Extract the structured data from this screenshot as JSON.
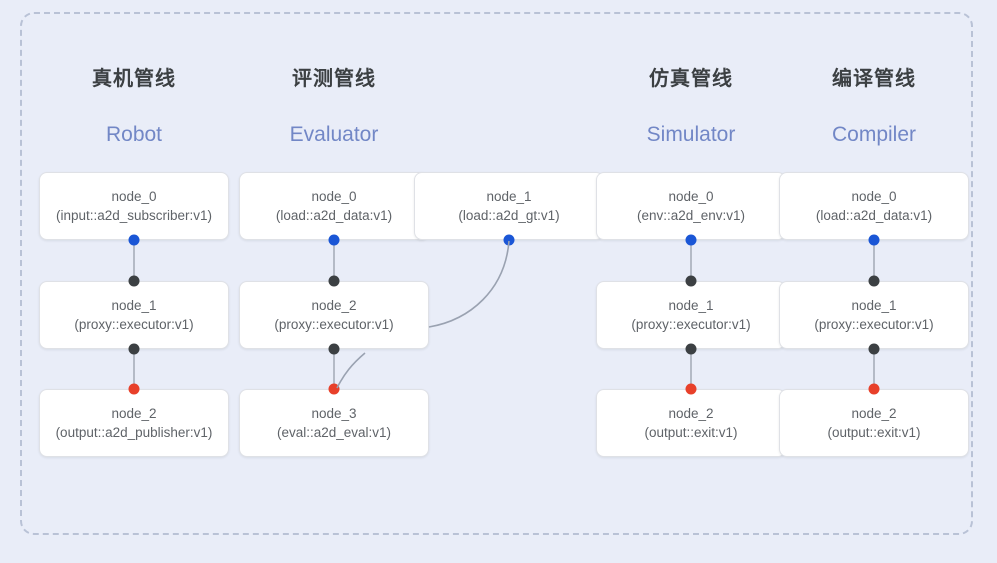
{
  "diagram": {
    "background_color": "#e9edf8",
    "frame_border_color": "#b9c2d6",
    "dot_colors": {
      "input": "#1a56d6",
      "middle": "#3c4043",
      "output": "#e8402a"
    },
    "title_color": "#3c4043",
    "subtitle_color": "#7287c6"
  },
  "columns": [
    {
      "title": "真机管线",
      "subtitle": "Robot",
      "nodes": [
        {
          "name": "node_0",
          "type": "(input::a2d_subscriber:v1)"
        },
        {
          "name": "node_1",
          "type": "(proxy::executor:v1)"
        },
        {
          "name": "node_2",
          "type": "(output::a2d_publisher:v1)"
        }
      ]
    },
    {
      "title": "评测管线",
      "subtitle": "Evaluator",
      "nodes": [
        {
          "name": "node_0",
          "type": "(load::a2d_data:v1)"
        },
        {
          "name": "node_1",
          "type": "(load::a2d_gt:v1)"
        },
        {
          "name": "node_2",
          "type": "(proxy::executor:v1)"
        },
        {
          "name": "node_3",
          "type": "(eval::a2d_eval:v1)"
        }
      ]
    },
    {
      "title": "仿真管线",
      "subtitle": "Simulator",
      "nodes": [
        {
          "name": "node_0",
          "type": "(env::a2d_env:v1)"
        },
        {
          "name": "node_1",
          "type": "(proxy::executor:v1)"
        },
        {
          "name": "node_2",
          "type": "(output::exit:v1)"
        }
      ]
    },
    {
      "title": "编译管线",
      "subtitle": "Compiler",
      "nodes": [
        {
          "name": "node_0",
          "type": "(load::a2d_data:v1)"
        },
        {
          "name": "node_1",
          "type": "(proxy::executor:v1)"
        },
        {
          "name": "node_2",
          "type": "(output::exit:v1)"
        }
      ]
    }
  ]
}
